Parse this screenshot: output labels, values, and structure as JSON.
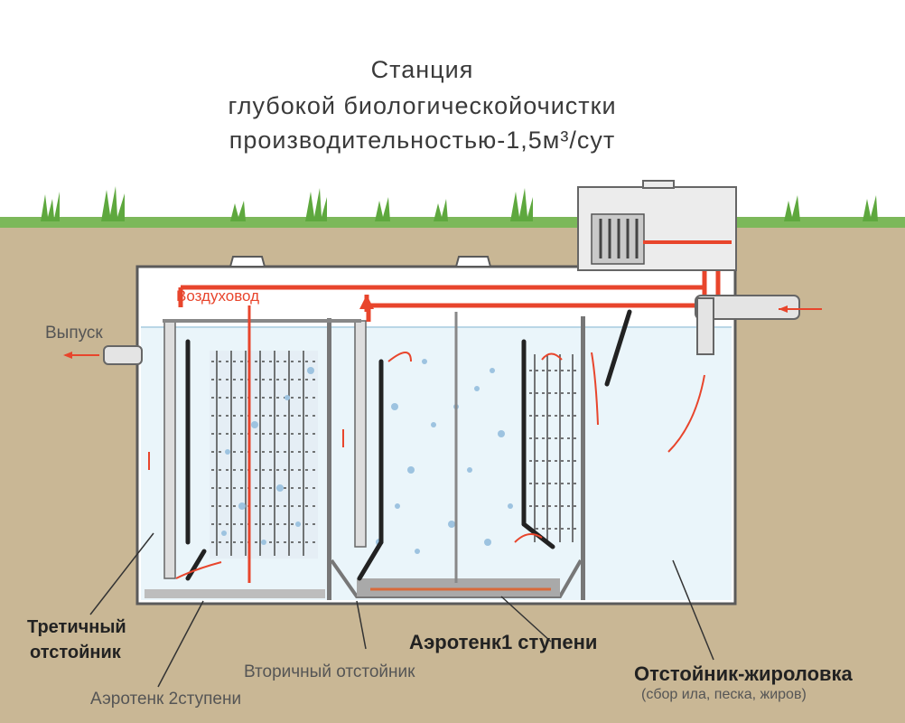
{
  "title": {
    "line1": "Станция",
    "line2": "глубокой биологическойочистки",
    "line3": "производительностью-1,5м³/сут"
  },
  "labels": {
    "air_duct": "Воздуховод",
    "outlet": "Выпуск",
    "tertiary_settler_1": "Третичный",
    "tertiary_settler_2": "отстойник",
    "aerotank_1": "Аэротенк1 ступени",
    "secondary_settler": "Вторичный отстойник",
    "aerotank_2": "Аэротенк 2ступени",
    "grease_trap": "Отстойник-жироловка",
    "grease_trap_note": "(сбор ила, песка, жиров)"
  },
  "colors": {
    "grass": "#7cb85a",
    "soil": "#c9b795",
    "water": "#e8f4f9",
    "pipe_red": "#e8452c",
    "tank_outline": "#5a5a5a"
  }
}
